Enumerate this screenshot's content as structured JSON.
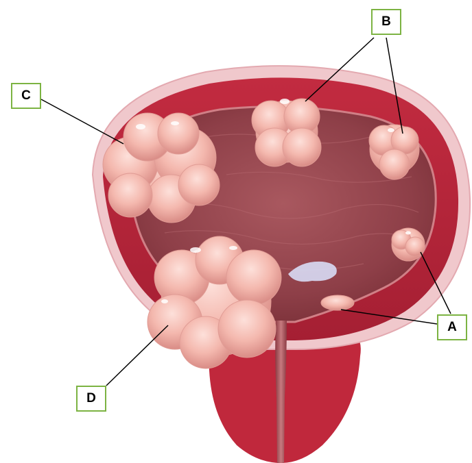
{
  "labels": {
    "a": "A",
    "b": "B",
    "c": "C",
    "d": "D"
  },
  "colors": {
    "label_border": "#7cb342",
    "bladder_wall": "#b3263a",
    "outer_membrane": "#f0c8cc",
    "lumen": "#9b4a52",
    "tumor": "#f2b5ad",
    "prostate": "#c0283c",
    "leader_line": "#000000"
  }
}
